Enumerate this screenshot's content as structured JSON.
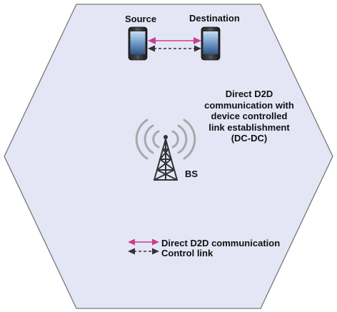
{
  "labels": {
    "source": "Source",
    "destination": "Destination",
    "bs": "BS"
  },
  "caption": {
    "lines": [
      "Direct D2D",
      "communication with",
      "device controlled",
      "link establishment",
      "(DC-DC)"
    ]
  },
  "legend": {
    "direct": "Direct D2D communication",
    "control": "Control link"
  },
  "colors": {
    "cell_fill": "#e4e6f6",
    "cell_border": "#777777",
    "direct_link": "#cc3f8c",
    "control_link": "#333333"
  },
  "icons": {
    "source_device": "smartphone-icon",
    "destination_device": "smartphone-icon",
    "base_station": "cell-tower-icon"
  }
}
